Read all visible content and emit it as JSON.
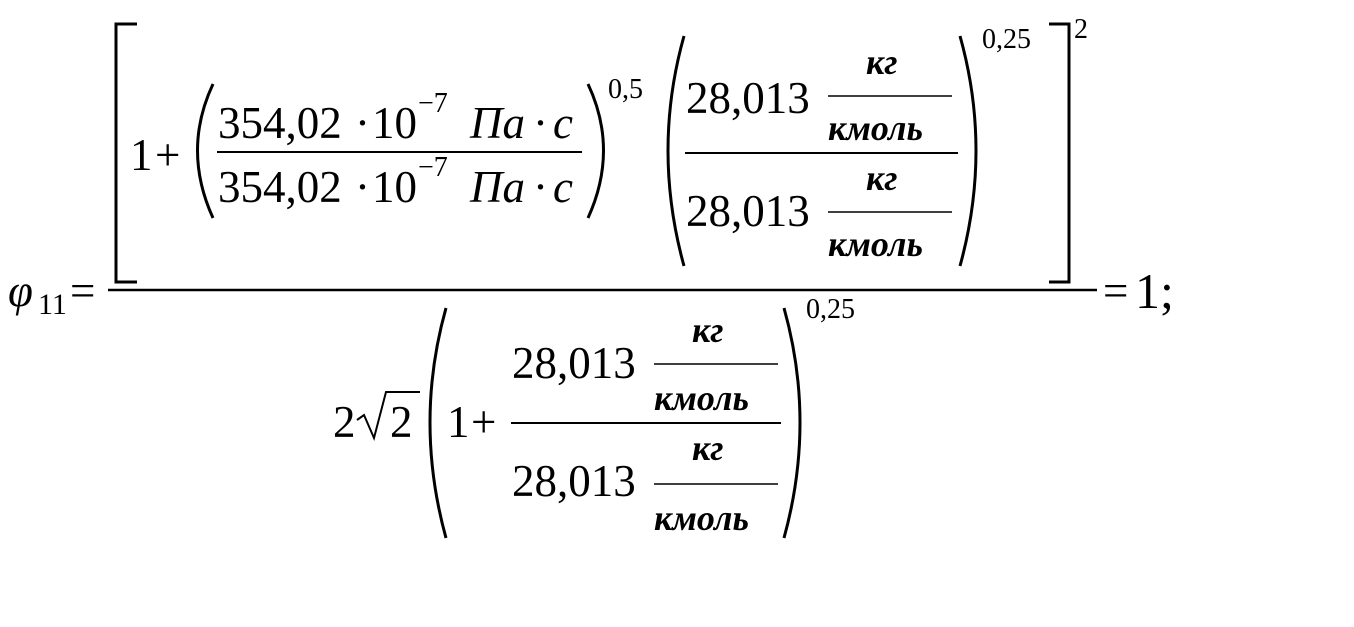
{
  "formula": {
    "lhs_symbol": "φ",
    "lhs_subscript": "11",
    "equals": "=",
    "result": "1;",
    "numerator": {
      "one": "1",
      "plus": "+",
      "visc_top": "354,02",
      "visc_bottom": "354,02",
      "cdot": "·",
      "ten": "10",
      "exp": "−7",
      "unit_pa": "Па",
      "unit_s": "с",
      "power_inner": "0,5",
      "mass_top": "28,013",
      "mass_bottom": "28,013",
      "unit_kg": "кг",
      "unit_kmol": "кмоль",
      "power_outer": "0,25",
      "power_bracket": "2"
    },
    "denominator": {
      "coef": "2",
      "sqrt_arg": "2",
      "one": "1",
      "plus": "+",
      "mass_top": "28,013",
      "mass_bottom": "28,013",
      "unit_kg": "кг",
      "unit_kmol": "кмоль",
      "power": "0,25"
    }
  }
}
